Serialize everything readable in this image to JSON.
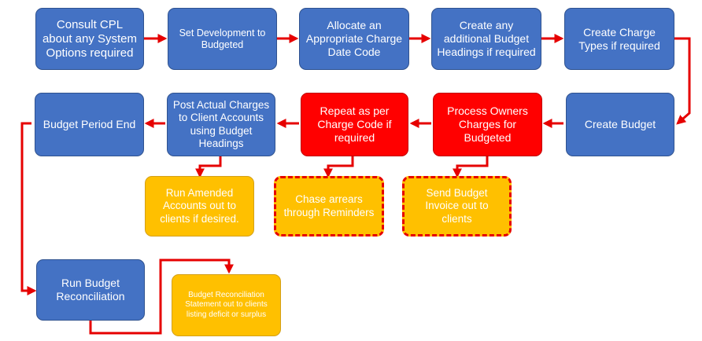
{
  "nodes": {
    "consult": "Consult CPL about any System Options required",
    "set_development": "Set Development to Budgeted",
    "allocate": "Allocate an Appropriate Charge Date Code",
    "create_headings": "Create any additional Budget Headings if required",
    "create_charge_types": "Create Charge Types if required",
    "create_budget": "Create Budget",
    "process_owners": "Process Owners Charges for Budgeted",
    "repeat_charge": "Repeat as per Charge Code if required",
    "post_actual": "Post Actual Charges to Client Accounts using Budget Headings",
    "period_end": "Budget Period End",
    "run_amended": "Run Amended Accounts out to clients if desired.",
    "chase_arrears": "Chase arrears through Reminders",
    "send_invoice": "Send Budget Invoice out to clients",
    "run_reconciliation": "Run Budget Reconciliation",
    "reconciliation_statement": "Budget Reconciliation Statement out to clients listing deficit or surplus"
  },
  "colors": {
    "process": "#4472c4",
    "critical": "#ff0000",
    "output": "#ffc000",
    "connector": "#e60000"
  }
}
